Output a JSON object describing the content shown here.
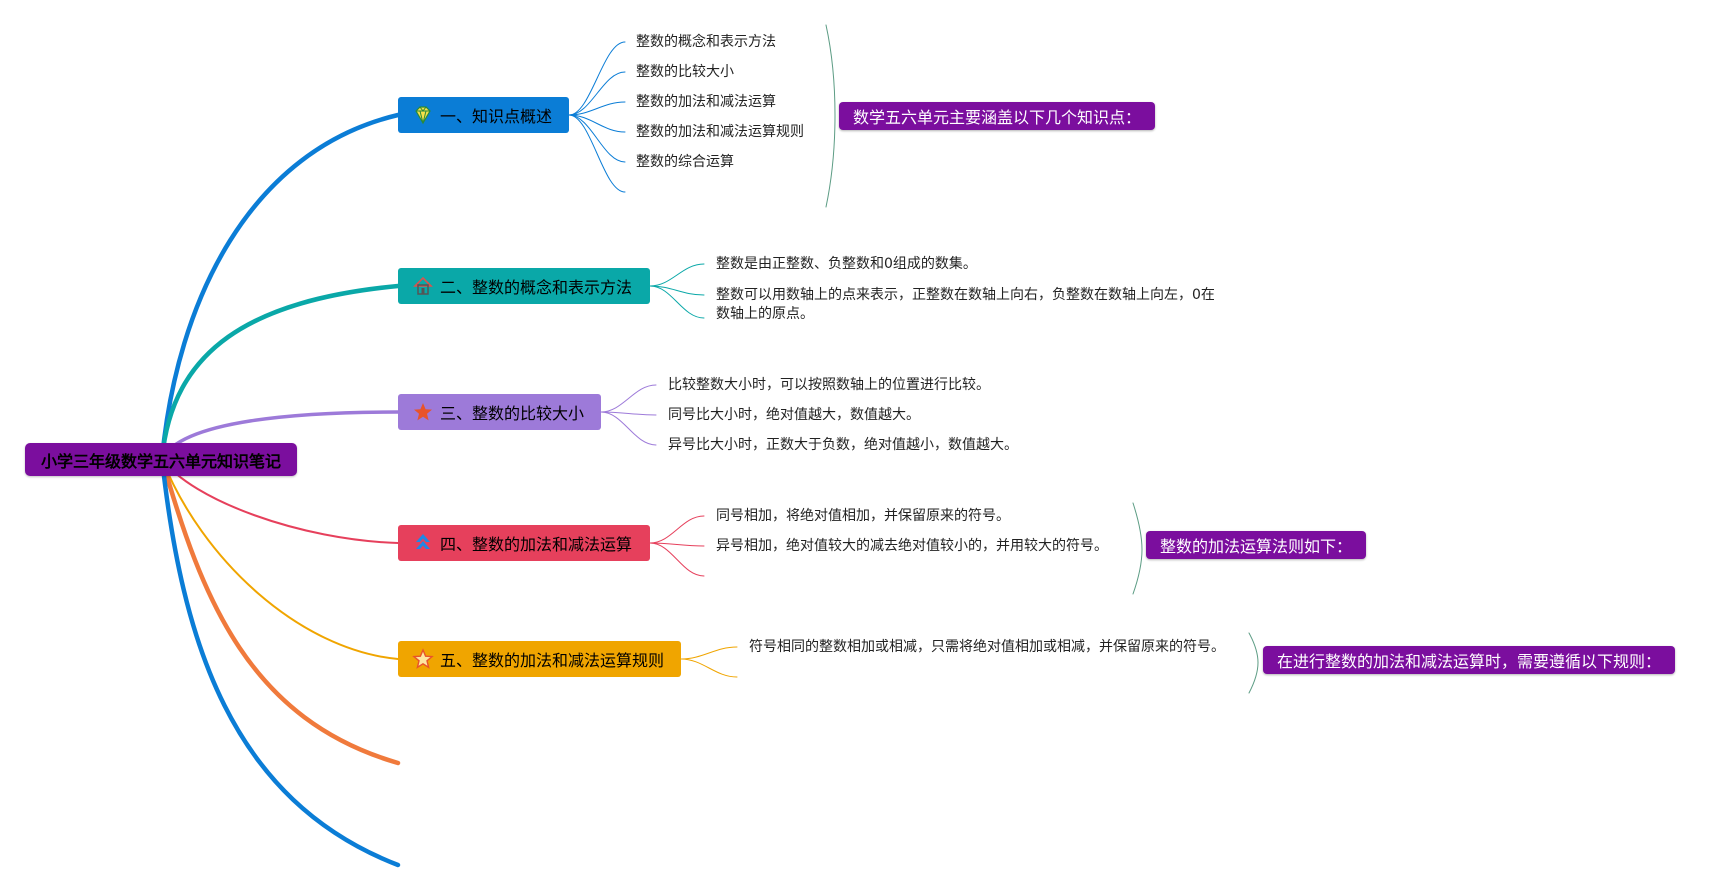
{
  "root": {
    "label": "小学三年级数学五六单元知识笔记",
    "color": "#7b0e9e"
  },
  "branches": [
    {
      "label": "一、知识点概述",
      "color": "#0b7dd6",
      "text_color": "#000000",
      "icon": "diamond-icon",
      "children": [
        "整数的概念和表示方法",
        "整数的比较大小",
        "整数的加法和减法运算",
        "整数的加法和减法运算规则",
        "整数的综合运算"
      ],
      "summary": "数学五六单元主要涵盖以下几个知识点："
    },
    {
      "label": "二、整数的概念和表示方法",
      "color": "#0aa8a8",
      "text_color": "#000000",
      "icon": "house-icon",
      "children": [
        "整数是由正整数、负整数和0组成的数集。",
        "整数可以用数轴上的点来表示，正整数在数轴上向右，负整数在数轴上向左，0在",
        "数轴上的原点。"
      ],
      "summary": ""
    },
    {
      "label": "三、整数的比较大小",
      "color": "#9d7ad9",
      "text_color": "#000000",
      "icon": "star-filled-icon",
      "children": [
        "比较整数大小时，可以按照数轴上的位置进行比较。",
        "同号比大小时，绝对值越大，数值越大。",
        "异号比大小时，正数大于负数，绝对值越小，数值越大。"
      ],
      "summary": ""
    },
    {
      "label": "四、整数的加法和减法运算",
      "color": "#e6405c",
      "text_color": "#000000",
      "icon": "chevrons-up-icon",
      "children": [
        "同号相加，将绝对值相加，并保留原来的符号。",
        "异号相加，绝对值较大的减去绝对值较小的，并用较大的符号。"
      ],
      "summary": "整数的加法运算法则如下："
    },
    {
      "label": "五、整数的加法和减法运算规则",
      "color": "#f0a500",
      "text_color": "#000000",
      "icon": "star-outline-icon",
      "children": [
        "符号相同的整数相加或相减，只需将绝对值相加或相减，并保留原来的符号。"
      ],
      "summary": "在进行整数的加法和减法运算时，需要遵循以下规则："
    }
  ],
  "extra_branch_colors": [
    "#f07a3c",
    "#0b7dd6"
  ],
  "leaf_line_colors": [
    "#0b7dd6",
    "#0aa8a8",
    "#9d7ad9",
    "#e6405c",
    "#f0a500"
  ],
  "brace_color": "#5c9c84"
}
